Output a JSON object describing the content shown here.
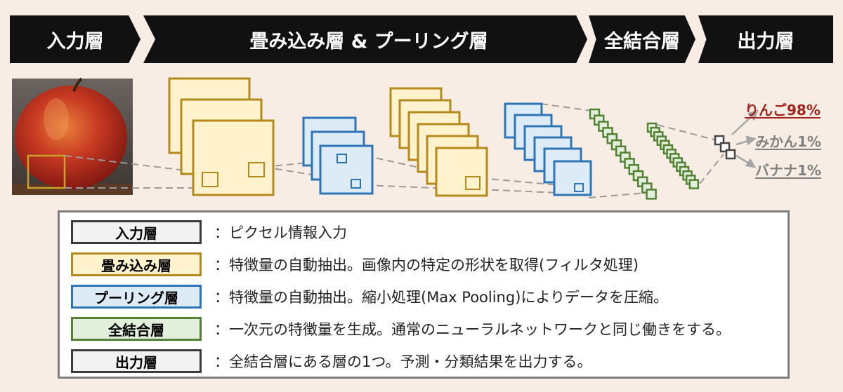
{
  "header": {
    "input": "入力層",
    "conv_pool": "畳み込み層 & プーリング層",
    "fc": "全結合層",
    "output": "出力層"
  },
  "outputs": {
    "apple": "りんご98%",
    "orange": "みかん1%",
    "banana": "バナナ1%"
  },
  "legend": [
    {
      "label": "入力層",
      "desc": "：ピクセル情報入力"
    },
    {
      "label": "畳み込み層",
      "desc": "：特徴量の自動抽出。画像内の特定の形状を取得(フィルタ処理)"
    },
    {
      "label": "プーリング層",
      "desc": "：特徴量の自動抽出。縮小処理(Max Pooling)によりデータを圧縮。"
    },
    {
      "label": "全結合層",
      "desc": "：一次元の特徴量を生成。通常のニューラルネットワークと同じ働きをする。"
    },
    {
      "label": "出力層",
      "desc": "：全結合層にある層の1つ。予測・分類結果を出力する。"
    }
  ],
  "colors": {
    "conv_fill": "#fff2cc",
    "conv_border": "#b5891b",
    "pool_fill": "#ddebf7",
    "pool_border": "#2e75b6",
    "fc_fill": "#e2efda",
    "fc_border": "#548235",
    "apple_text": "#a3241b",
    "other_text": "#7f7f7f"
  }
}
